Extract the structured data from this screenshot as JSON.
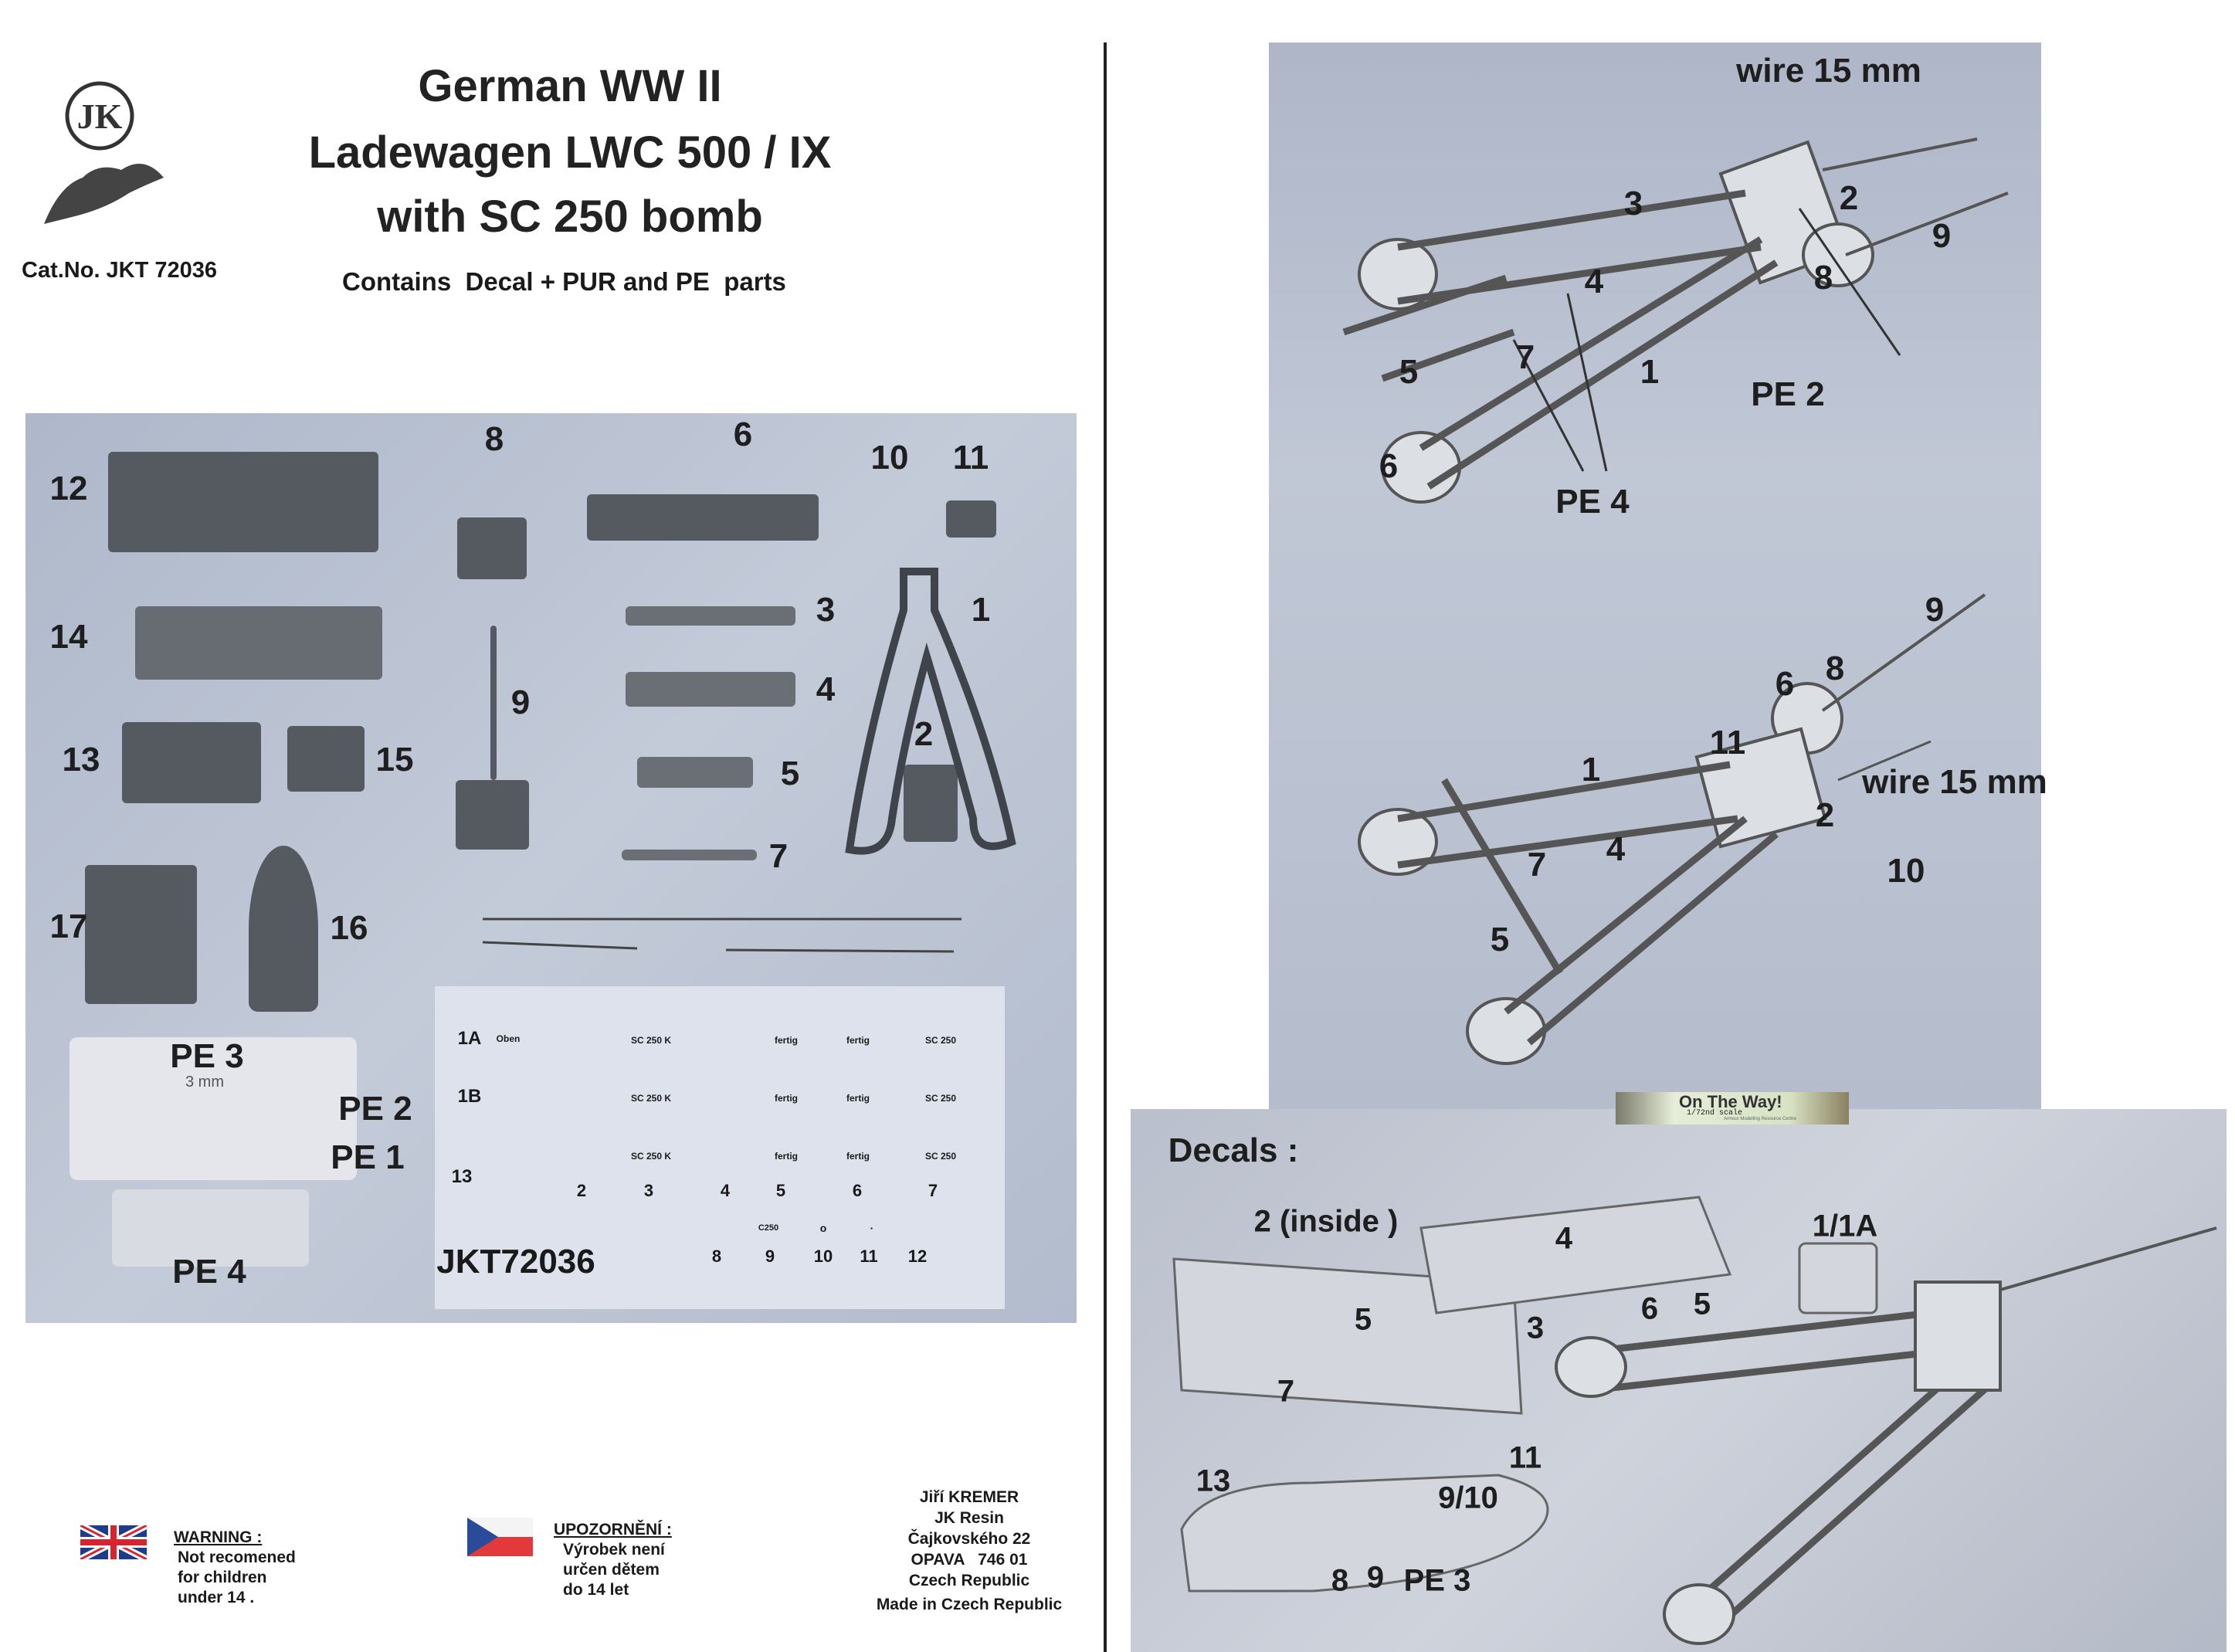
{
  "header": {
    "logo_text": "JK",
    "title_lines": [
      "German WW II",
      "Ladewagen LWC 500 / IX",
      "with SC 250 bomb"
    ],
    "cat_no": "Cat.No. JKT 72036",
    "contents": "Contains  Decal + PUR and PE  parts"
  },
  "parts_panel": {
    "labels": [
      "12",
      "8",
      "6",
      "10",
      "11",
      "14",
      "3",
      "1",
      "9",
      "4",
      "13",
      "15",
      "2",
      "5",
      "7",
      "17",
      "16",
      "PE 3",
      "PE 2",
      "PE 1",
      "PE 4"
    ],
    "pe_scale": "3 mm"
  },
  "decal_sheet": {
    "rows": [
      {
        "label": "1A",
        "sub": "Oben",
        "items": [
          "SC 250 K",
          "fertig",
          "fertig",
          "SC 250"
        ]
      },
      {
        "label": "1B",
        "items": [
          "SC 250 K",
          "fertig",
          "fertig",
          "SC 250"
        ]
      },
      {
        "label": "13",
        "items": [
          "SC 250 K",
          "fertig",
          "fertig",
          "SC 250"
        ]
      }
    ],
    "numbers_row1": [
      "2",
      "3",
      "4",
      "5",
      "6",
      "7"
    ],
    "small_items": [
      "C250",
      "o",
      "·"
    ],
    "numbers_row2": [
      "8",
      "9",
      "10",
      "11",
      "12"
    ],
    "kit_code": "JKT72036"
  },
  "assembly_top": {
    "labels": [
      "wire 15 mm",
      "3",
      "2",
      "9",
      "4",
      "8",
      "5",
      "7",
      "1",
      "PE 2",
      "6",
      "PE 4"
    ]
  },
  "assembly_middle": {
    "labels": [
      "9",
      "6",
      "8",
      "11",
      "1",
      "wire 15 mm",
      "2",
      "4",
      "7",
      "10",
      "5"
    ]
  },
  "decals_view": {
    "title": "Decals :",
    "labels": [
      "2 (inside )",
      "4",
      "1/1A",
      "5",
      "3",
      "6",
      "5",
      "7",
      "13",
      "11",
      "9/10",
      "8",
      "9",
      "PE 3"
    ]
  },
  "banner": {
    "title": "On The Way!",
    "scale": "1/72nd scale",
    "subtitle": "Armour Modelling Resource Centre"
  },
  "footer": {
    "warning_en": {
      "title": "WARNING :",
      "lines": [
        "Not recomened",
        "for children",
        "under 14 ."
      ]
    },
    "warning_cz": {
      "title": "UPOZORNĚNÍ :",
      "lines": [
        "Výrobek není",
        "určen dětem",
        "do 14 let"
      ]
    },
    "address": [
      "Jiří  KREMER",
      "JK Resin",
      "Čajkovského 22",
      "OPAVA   746 01",
      "Czech Republic",
      "Made in Czech Republic"
    ]
  },
  "colors": {
    "panel": "#b8c0d0",
    "ink": "#1a1a1a",
    "uk_blue": "#1f3c8c",
    "uk_red": "#d9242f",
    "cz_red": "#e23a3a"
  }
}
